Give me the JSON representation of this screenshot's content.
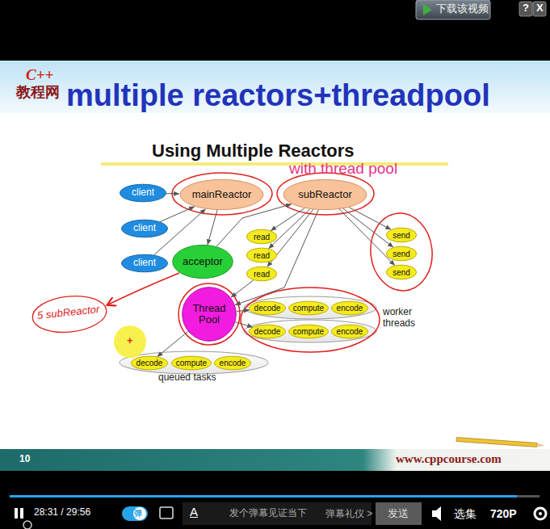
{
  "diagram": {
    "title": "multiple reactors+threadpool",
    "nodes": [
      {
        "text": [
          "client"
        ]
      },
      {
        "text": [
          "client"
        ]
      },
      {
        "text": [
          "client"
        ]
      },
      {
        "text": [
          "mainReactor"
        ]
      },
      {
        "text": [
          "subReactor"
        ]
      },
      {
        "text": [
          "acceptor"
        ]
      },
      {
        "text": [
          "read"
        ]
      },
      {
        "text": [
          "read"
        ]
      },
      {
        "text": [
          "read"
        ]
      },
      {
        "text": [
          "send"
        ]
      },
      {
        "text": [
          "send"
        ]
      },
      {
        "text": [
          "send"
        ]
      },
      {
        "text": [
          "Thread Pool"
        ]
      },
      {
        "text": [
          "decode"
        ]
      },
      {
        "text": [
          "compute"
        ]
      },
      {
        "text": [
          "encode"
        ]
      },
      {
        "text": [
          "decode"
        ]
      },
      {
        "text": [
          "compute"
        ]
      },
      {
        "text": [
          "encode"
        ]
      },
      {
        "text": [
          "decode"
        ]
      },
      {
        "text": [
          "compute"
        ]
      },
      {
        "text": [
          "encode"
        ]
      }
    ],
    "edges": [
      {
        "from": 0,
        "to": 3,
        "arrow": "to"
      },
      {
        "from": 1,
        "to": 3,
        "arrow": "to"
      },
      {
        "from": 2,
        "to": 3,
        "arrow": "to"
      },
      {
        "from": 3,
        "to": 5,
        "arrow": "to"
      },
      {
        "from": 5,
        "to": 4,
        "arrow": "to"
      },
      {
        "from": 4,
        "to": 6,
        "arrow": "to"
      },
      {
        "from": 4,
        "to": 7,
        "arrow": "to"
      },
      {
        "from": 4,
        "to": 8,
        "arrow": "to"
      },
      {
        "from": 4,
        "to": 9,
        "arrow": "to"
      },
      {
        "from": 4,
        "to": 10,
        "arrow": "to"
      },
      {
        "from": 4,
        "to": 11,
        "arrow": "to"
      },
      {
        "from": 4,
        "to": 12,
        "arrow": "to"
      },
      {
        "from": 8,
        "to": 12,
        "arrow": "to"
      },
      {
        "from": 12,
        "to": 13,
        "arrow": "to"
      },
      {
        "from": 12,
        "to": 16,
        "arrow": "to"
      },
      {
        "from": 12,
        "to": 19,
        "arrow": "to"
      }
    ],
    "labels": [
      "下载该视频",
      "?",
      "X",
      "C++",
      "教程网",
      "Using Multiple Reactors",
      "with thread pool",
      "worker threads",
      "queued tasks",
      "5 subReactor",
      "+",
      "10",
      "www.cppcourse.com",
      "28:31 / 29:56",
      "弹",
      "A",
      "发个弹幕见证当下",
      "弹幕礼仪 >",
      "发送",
      "选集",
      "720P"
    ]
  }
}
